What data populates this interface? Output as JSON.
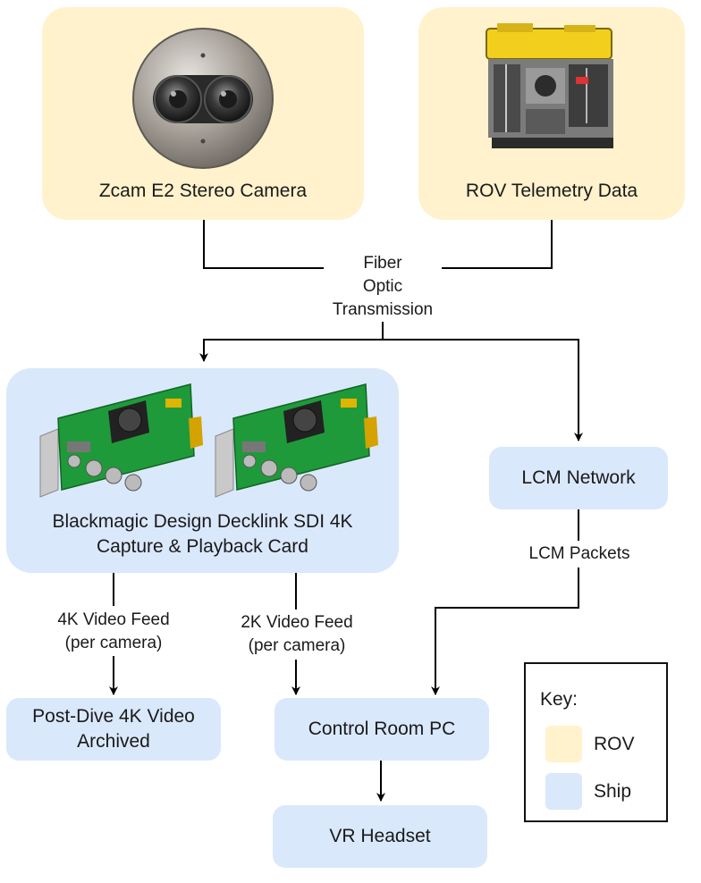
{
  "nodes": {
    "camera": {
      "label": "Zcam E2 Stereo Camera"
    },
    "telemetry": {
      "label": "ROV Telemetry Data"
    },
    "decklink": {
      "label_line1": "Blackmagic Design Decklink SDI 4K",
      "label_line2": "Capture & Playback Card"
    },
    "lcm_network": {
      "label": "LCM Network"
    },
    "archive": {
      "label_line1": "Post-Dive 4K Video",
      "label_line2": "Archived"
    },
    "control_pc": {
      "label": "Control Room PC"
    },
    "vr": {
      "label": "VR Headset"
    }
  },
  "edges": {
    "fiber": {
      "line1": "Fiber",
      "line2": "Optic",
      "line3": "Transmission"
    },
    "lcm_packets": {
      "label": "LCM Packets"
    },
    "feed_4k": {
      "line1": "4K Video Feed",
      "line2": "(per camera)"
    },
    "feed_2k": {
      "line1": "2K Video Feed",
      "line2": "(per camera)"
    }
  },
  "key": {
    "title": "Key:",
    "items": [
      {
        "label": "ROV",
        "color": "#fff2cc"
      },
      {
        "label": "Ship",
        "color": "#dae8fc"
      }
    ]
  },
  "colors": {
    "rov": "#fff2cc",
    "ship": "#dae8fc",
    "line": "#000000"
  }
}
